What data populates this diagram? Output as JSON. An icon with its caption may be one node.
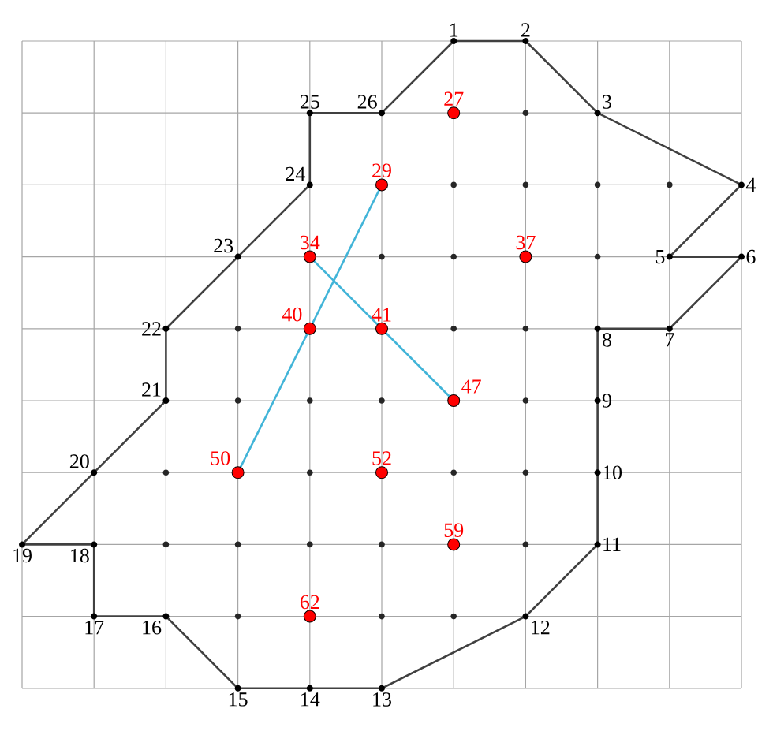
{
  "diagram": {
    "nodes": [
      {
        "text": [],
        "shape": "circle",
        "beside": [
          "1"
        ]
      },
      {
        "text": [],
        "shape": "circle",
        "beside": [
          "2"
        ]
      },
      {
        "text": [],
        "shape": "circle",
        "beside": [
          "3"
        ]
      },
      {
        "text": [],
        "shape": "circle",
        "beside": [
          "4"
        ]
      },
      {
        "text": [],
        "shape": "circle",
        "beside": [
          "5"
        ]
      },
      {
        "text": [],
        "shape": "circle",
        "beside": [
          "6"
        ]
      },
      {
        "text": [],
        "shape": "circle",
        "beside": [
          "7"
        ]
      },
      {
        "text": [],
        "shape": "circle",
        "beside": [
          "8"
        ]
      },
      {
        "text": [],
        "shape": "circle",
        "beside": [
          "9"
        ]
      },
      {
        "text": [],
        "shape": "circle",
        "beside": [
          "10"
        ]
      },
      {
        "text": [],
        "shape": "circle",
        "beside": [
          "11"
        ]
      },
      {
        "text": [],
        "shape": "circle",
        "beside": [
          "12"
        ]
      },
      {
        "text": [],
        "shape": "circle",
        "beside": [
          "13"
        ]
      },
      {
        "text": [],
        "shape": "circle",
        "beside": [
          "14"
        ]
      },
      {
        "text": [],
        "shape": "circle",
        "beside": [
          "15"
        ]
      },
      {
        "text": [],
        "shape": "circle",
        "beside": [
          "16"
        ]
      },
      {
        "text": [],
        "shape": "circle",
        "beside": [
          "17"
        ]
      },
      {
        "text": [],
        "shape": "circle",
        "beside": [
          "18"
        ]
      },
      {
        "text": [],
        "shape": "circle",
        "beside": [
          "19"
        ]
      },
      {
        "text": [],
        "shape": "circle",
        "beside": [
          "20"
        ]
      },
      {
        "text": [],
        "shape": "circle",
        "beside": [
          "21"
        ]
      },
      {
        "text": [],
        "shape": "circle",
        "beside": [
          "22"
        ]
      },
      {
        "text": [],
        "shape": "circle",
        "beside": [
          "23"
        ]
      },
      {
        "text": [],
        "shape": "circle",
        "beside": [
          "24"
        ]
      },
      {
        "text": [],
        "shape": "circle",
        "beside": [
          "25"
        ]
      },
      {
        "text": [],
        "shape": "circle",
        "beside": [
          "26"
        ]
      },
      {
        "text": [],
        "shape": "circle",
        "beside": [
          "27"
        ]
      },
      {
        "text": [],
        "shape": "circle",
        "beside": [
          "29"
        ]
      },
      {
        "text": [],
        "shape": "circle",
        "beside": [
          "34"
        ]
      },
      {
        "text": [],
        "shape": "circle",
        "beside": [
          "37"
        ]
      },
      {
        "text": [],
        "shape": "circle",
        "beside": [
          "40"
        ]
      },
      {
        "text": [],
        "shape": "circle",
        "beside": [
          "41"
        ]
      },
      {
        "text": [],
        "shape": "circle",
        "beside": [
          "47"
        ]
      },
      {
        "text": [],
        "shape": "circle",
        "beside": [
          "50"
        ]
      },
      {
        "text": [],
        "shape": "circle",
        "beside": [
          "52"
        ]
      },
      {
        "text": [],
        "shape": "circle",
        "beside": [
          "59"
        ]
      },
      {
        "text": [],
        "shape": "circle",
        "beside": [
          "62"
        ]
      }
    ],
    "edges": [
      {
        "from": 0,
        "to": 1,
        "arrow": "none"
      },
      {
        "from": 1,
        "to": 2,
        "arrow": "none"
      },
      {
        "from": 2,
        "to": 3,
        "arrow": "none"
      },
      {
        "from": 3,
        "to": 4,
        "arrow": "none"
      },
      {
        "from": 4,
        "to": 5,
        "arrow": "none"
      },
      {
        "from": 5,
        "to": 6,
        "arrow": "none"
      },
      {
        "from": 6,
        "to": 7,
        "arrow": "none"
      },
      {
        "from": 7,
        "to": 8,
        "arrow": "none"
      },
      {
        "from": 8,
        "to": 9,
        "arrow": "none"
      },
      {
        "from": 9,
        "to": 10,
        "arrow": "none"
      },
      {
        "from": 10,
        "to": 11,
        "arrow": "none"
      },
      {
        "from": 11,
        "to": 12,
        "arrow": "none"
      },
      {
        "from": 12,
        "to": 13,
        "arrow": "none"
      },
      {
        "from": 13,
        "to": 14,
        "arrow": "none"
      },
      {
        "from": 14,
        "to": 15,
        "arrow": "none"
      },
      {
        "from": 15,
        "to": 16,
        "arrow": "none"
      },
      {
        "from": 16,
        "to": 17,
        "arrow": "none"
      },
      {
        "from": 17,
        "to": 18,
        "arrow": "none"
      },
      {
        "from": 18,
        "to": 19,
        "arrow": "none"
      },
      {
        "from": 19,
        "to": 20,
        "arrow": "none"
      },
      {
        "from": 20,
        "to": 21,
        "arrow": "none"
      },
      {
        "from": 21,
        "to": 22,
        "arrow": "none"
      },
      {
        "from": 22,
        "to": 23,
        "arrow": "none"
      },
      {
        "from": 23,
        "to": 24,
        "arrow": "none"
      },
      {
        "from": 24,
        "to": 25,
        "arrow": "none"
      },
      {
        "from": 25,
        "to": 0,
        "arrow": "none"
      },
      {
        "from": 27,
        "to": 33,
        "arrow": "none",
        "color": "#41b4d8"
      },
      {
        "from": 28,
        "to": 32,
        "arrow": "none",
        "color": "#41b4d8"
      }
    ]
  }
}
